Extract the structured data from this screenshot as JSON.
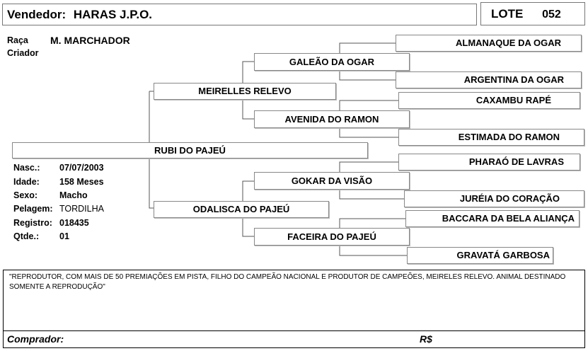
{
  "header": {
    "vendor_label": "Vendedor:",
    "vendor_name": "HARAS J.P.O.",
    "lot_label": "LOTE",
    "lot_number": "052"
  },
  "info": {
    "raca_label": "Raça",
    "raca_value": "M. MARCHADOR",
    "criador_label": "Criador",
    "criador_value": ""
  },
  "animal": {
    "name": "RUBI DO PAJEÚ",
    "details": [
      {
        "label": "Nasc.:",
        "value": "07/07/2003"
      },
      {
        "label": "Idade:",
        "value": "158 Meses"
      },
      {
        "label": "Sexo:",
        "value": "Macho"
      },
      {
        "label": "Pelagem:",
        "value": "TORDILHA"
      },
      {
        "label": "Registro:",
        "value": "018435"
      },
      {
        "label": "Qtde.:",
        "value": "01"
      }
    ]
  },
  "pedigree": {
    "sire": "MEIRELLES RELEVO",
    "dam": "ODALISCA DO PAJEÚ",
    "sire_sire": "GALEÃO DA OGAR",
    "sire_dam": "AVENIDA DO RAMON",
    "dam_sire": "GOKAR DA VISÃO",
    "dam_dam": "FACEIRA DO PAJEÚ",
    "ggp": [
      "ALMANAQUE DA OGAR",
      "ARGENTINA DA OGAR",
      "CAXAMBU RAPÉ",
      "ESTIMADA DO RAMON",
      "PHARAÓ DE LAVRAS",
      "JURÉIA DO CORAÇÃO",
      "BACCARA DA BELA ALIANÇA",
      "GRAVATÁ GARBOSA"
    ]
  },
  "observation": "\"REPRODUTOR, COM MAIS DE 50 PREMIAÇÕES EM PISTA, FILHO DO CAMPEÃO NACIONAL E PRODUTOR DE CAMPEÕES, MEIRELES RELEVO. ANIMAL DESTINADO SOMENTE A REPRODUÇÃO\"",
  "footer": {
    "buyer_label": "Comprador:",
    "currency_label": "R$"
  }
}
